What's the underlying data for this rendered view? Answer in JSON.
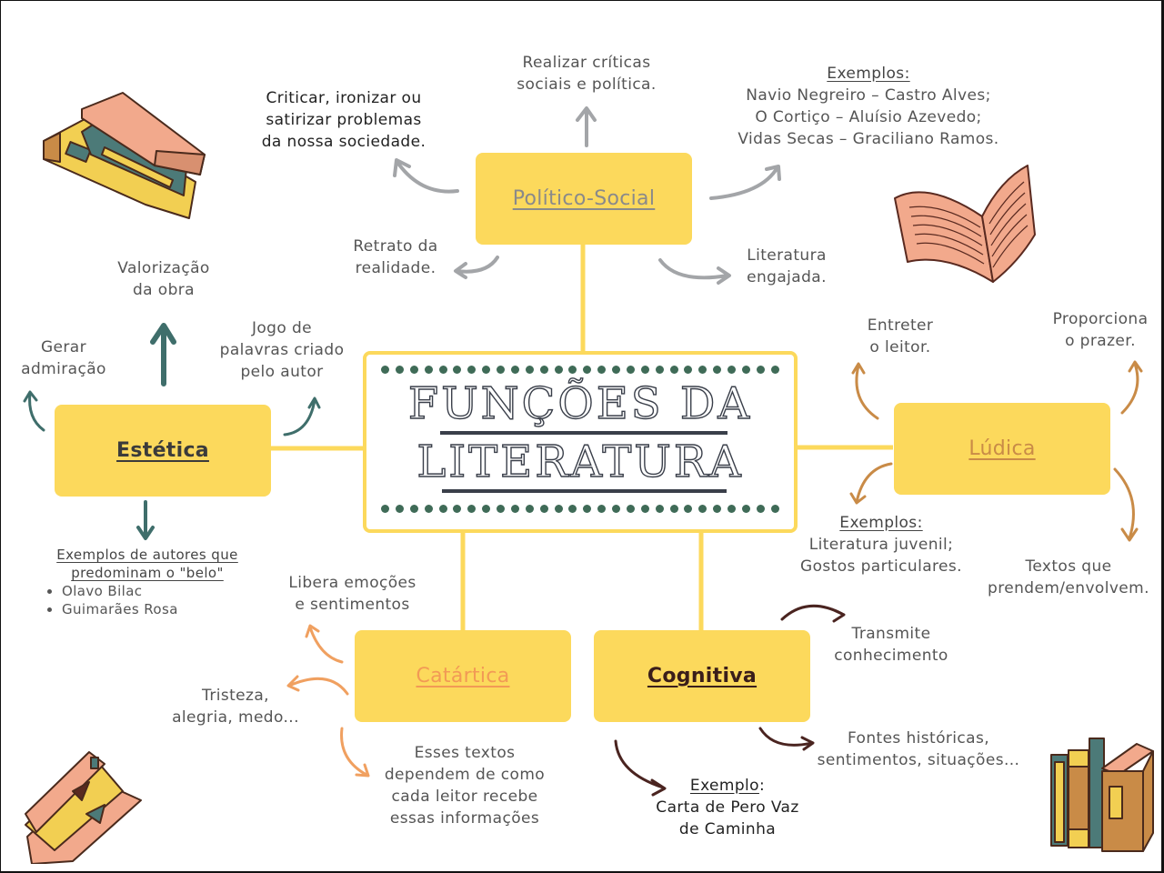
{
  "title": {
    "line1": "FUNÇÕES DA",
    "line2": "LITERATURA"
  },
  "colors": {
    "box_fill": "#fcd95c",
    "connector": "#fcd95c",
    "dots": "#3f6b57",
    "politico_arrows": "#a3a5a8",
    "estetica_arrows": "#3f6e6b",
    "ludica_arrows": "#c98b47",
    "catartica_arrows": "#f0a060",
    "cognitiva_arrows": "#4a2420"
  },
  "nodes": {
    "politico_social": {
      "label": "Político-Social",
      "label_color": "#8a8a8a",
      "branches": {
        "top": "Realizar críticas\nsociais e política.",
        "top_left": "Criticar, ironizar ou\nsatirizar problemas\nda nossa sociedade.",
        "examples_heading": "Exemplos:",
        "examples": [
          "Navio Negreiro – Castro Alves;",
          "O Cortiço – Aluísio Azevedo;",
          "Vidas Secas – Graciliano Ramos."
        ],
        "bottom_left": "Retrato da\nrealidade.",
        "bottom_right": "Literatura\nengajada."
      }
    },
    "estetica": {
      "label": "Estética",
      "label_color": "#3b3b3b",
      "branches": {
        "top": "Valorização\nda obra",
        "top_left": "Gerar\nadmiração",
        "top_right": "Jogo de\npalavras criado\npelo autor",
        "examples_heading": "Exemplos de autores que predominam o \"belo\"",
        "examples": [
          "Olavo Bilac",
          "Guimarães Rosa"
        ]
      }
    },
    "ludica": {
      "label": "Lúdica",
      "label_color": "#c98b47",
      "branches": {
        "top_left": "Entreter\no leitor.",
        "top_right": "Proporciona\no prazer.",
        "examples_heading": "Exemplos:",
        "examples": [
          "Literatura juvenil;",
          "Gostos particulares."
        ],
        "bottom_right": "Textos que\nprendem/envolvem."
      }
    },
    "catartica": {
      "label": "Catártica",
      "label_color": "#f29a55",
      "branches": {
        "top": "Libera emoções\ne sentimentos",
        "left": "Tristeza,\nalegria, medo...",
        "bottom": "Esses textos\ndependem de como\ncada leitor recebe\nessas informações"
      }
    },
    "cognitiva": {
      "label": "Cognitiva",
      "label_color": "#3a1e1a",
      "branches": {
        "top_right": "Transmite\nconhecimento",
        "right": "Fontes históricas,\nsentimentos, situações...",
        "example_heading": "Exemplo",
        "example_suffix": ":",
        "example": "Carta de Pero Vaz\nde Caminha"
      }
    }
  },
  "illustrations": [
    "stacked-books-top-left",
    "open-book-top-right",
    "fanned-books-bottom-left",
    "upright-books-bottom-right"
  ]
}
